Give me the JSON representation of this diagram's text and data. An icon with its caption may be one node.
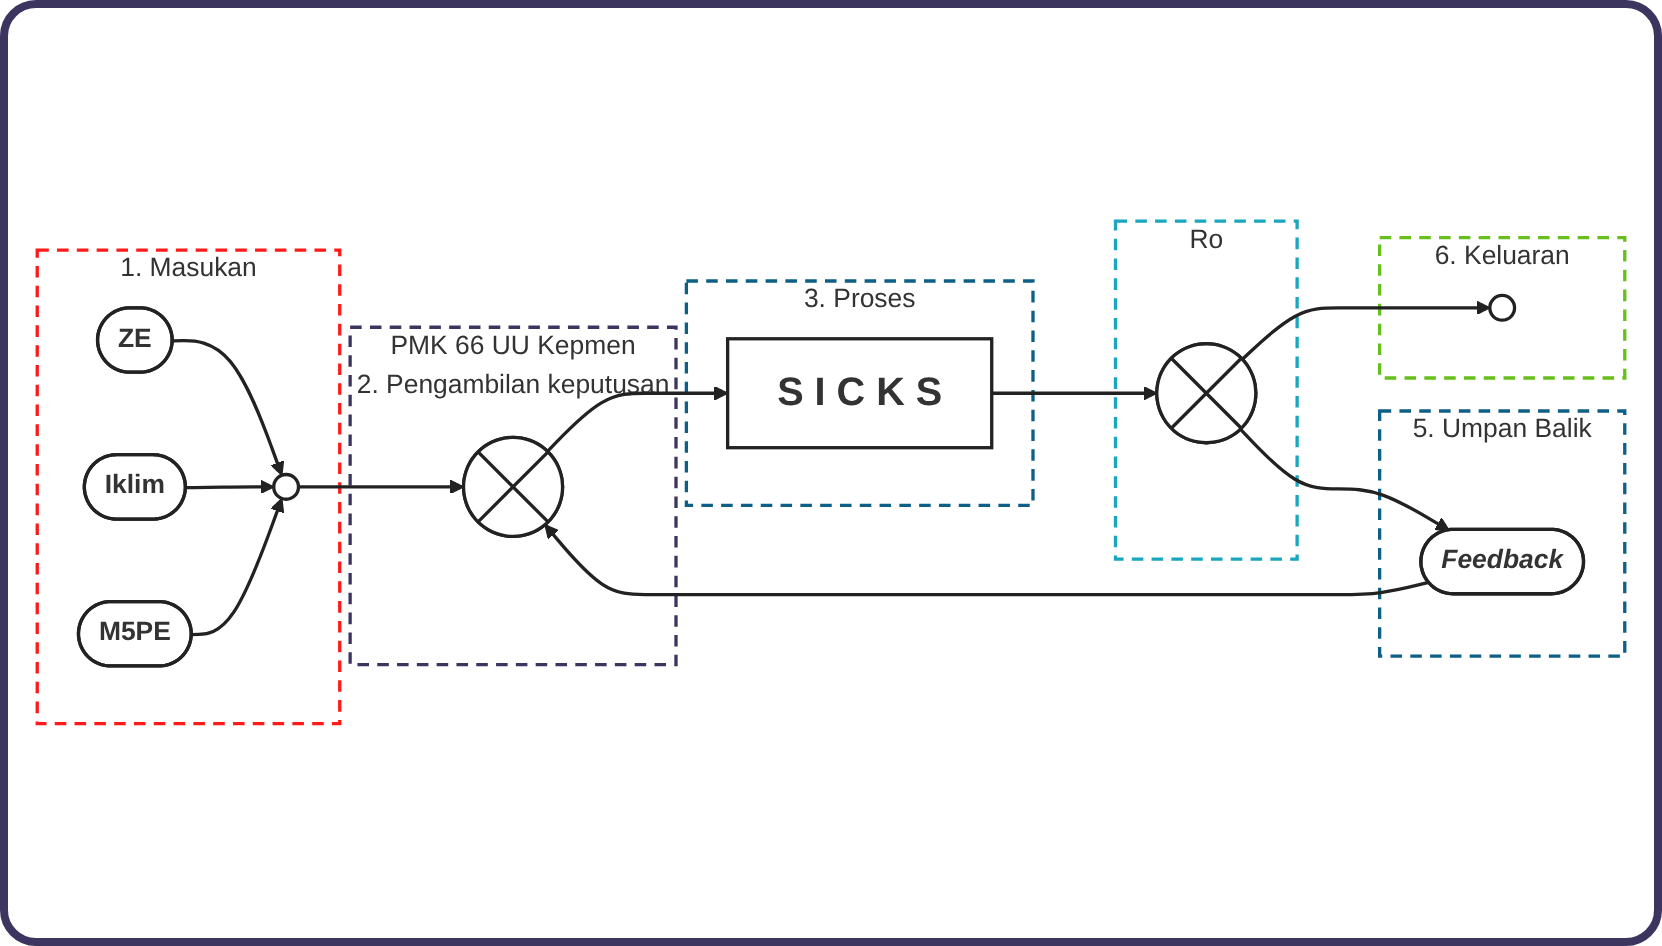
{
  "diagram": {
    "nodes": [
      {
        "text": [
          "1. Masukan"
        ]
      },
      {
        "text": [
          "ZE"
        ],
        "in": 0
      },
      {
        "text": [
          "Iklim"
        ],
        "in": 0
      },
      {
        "text": [
          "M5PE"
        ],
        "in": 0
      },
      {
        "text": [],
        "shape": "circle",
        "in": 0
      },
      {
        "text": [
          "PMK 66 UU Kepmen",
          "2. Pengambilan keputusan"
        ]
      },
      {
        "text": [],
        "shape": "circle",
        "in": 5
      },
      {
        "text": [
          "3. Proses"
        ]
      },
      {
        "text": [
          "S I C K S"
        ],
        "in": 7
      },
      {
        "text": [
          "5. Umpan Balik"
        ]
      },
      {
        "text": [
          "Feedback"
        ],
        "in": 9
      },
      {
        "text": [
          "Ro"
        ]
      },
      {
        "text": [],
        "shape": "circle",
        "in": 11
      },
      {
        "text": [
          "6. Keluaran"
        ]
      },
      {
        "text": [],
        "shape": "circle",
        "in": 13
      }
    ],
    "edges": [
      {
        "from": 1,
        "to": 4,
        "arrow": "to"
      },
      {
        "from": 2,
        "to": 4,
        "arrow": "to"
      },
      {
        "from": 3,
        "to": 4,
        "arrow": "to"
      },
      {
        "from": 4,
        "to": 6,
        "arrow": "to"
      },
      {
        "from": 6,
        "to": 8,
        "arrow": "to"
      },
      {
        "from": 8,
        "to": 12,
        "arrow": "to"
      },
      {
        "from": 12,
        "to": 14,
        "arrow": "to"
      },
      {
        "from": 12,
        "to": 10,
        "arrow": "to"
      },
      {
        "from": 10,
        "to": 6,
        "arrow": "to"
      }
    ]
  }
}
